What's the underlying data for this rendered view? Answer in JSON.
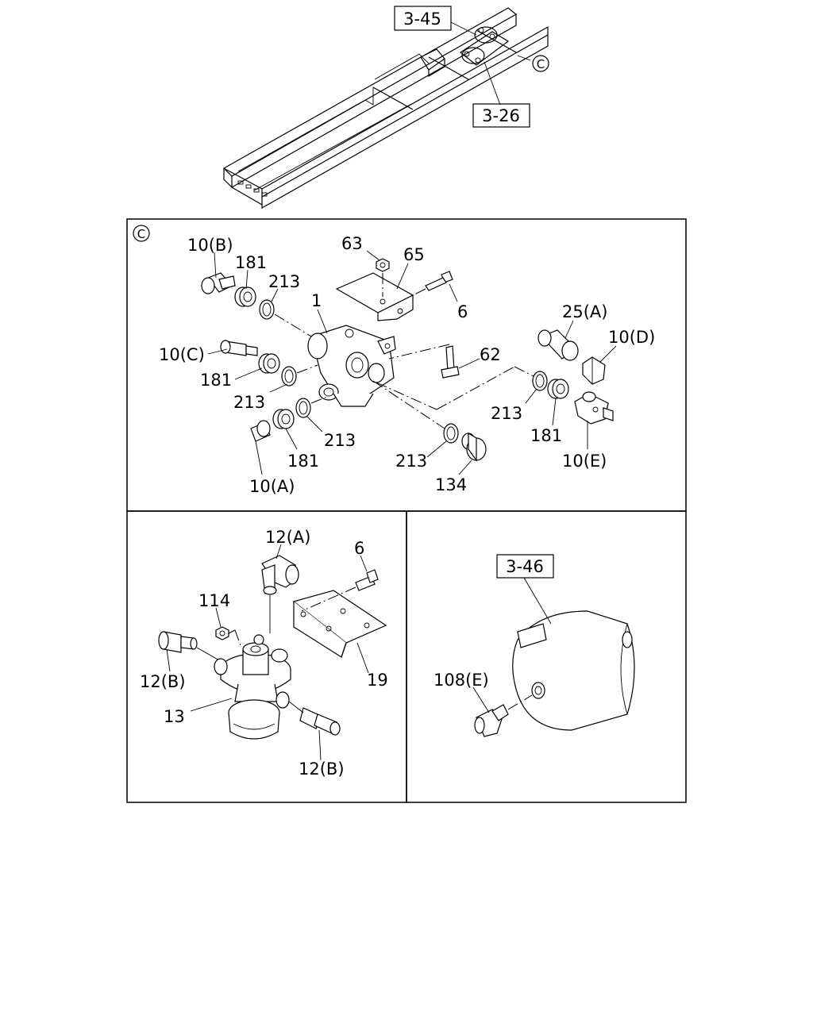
{
  "overview": {
    "refs": [
      "3-45",
      "3-26"
    ],
    "view_marker": "C"
  },
  "panel_c": {
    "marker": "C",
    "labels": {
      "p10b": "10(B)",
      "p181a": "181",
      "p213a": "213",
      "p63": "63",
      "p65": "65",
      "p6": "6",
      "p1": "1",
      "p25a": "25(A)",
      "p10d": "10(D)",
      "p10c": "10(C)",
      "p62": "62",
      "p181b": "181",
      "p213b": "213",
      "p213c": "213",
      "p181c": "181",
      "p10a": "10(A)",
      "p213d": "213",
      "p134": "134",
      "p213e": "213",
      "p181d": "181",
      "p10e": "10(E)"
    }
  },
  "panel_left": {
    "labels": {
      "p12a": "12(A)",
      "p6": "6",
      "p114": "114",
      "p12b_top": "12(B)",
      "p13": "13",
      "p19": "19",
      "p12b_bottom": "12(B)"
    }
  },
  "panel_right": {
    "ref": "3-46",
    "labels": {
      "p108e": "108(E)"
    }
  }
}
